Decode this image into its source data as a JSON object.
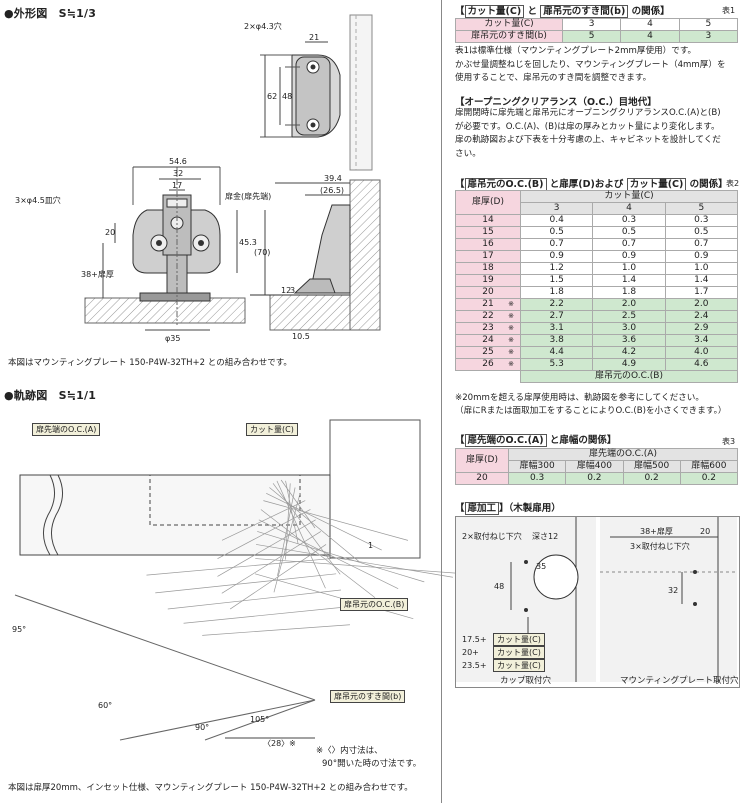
{
  "left": {
    "outer_title": "●外形図　S≒1/3",
    "outer_dims": {
      "holes_top": "2×φ4.3穴",
      "w21": "21",
      "h48": "48",
      "h62": "62",
      "w546": "54.6",
      "w32": "32",
      "w17": "17",
      "holes3": "3×φ4.5皿穴",
      "centerline": "扉金(扉先端)",
      "d20": "20",
      "d453": "45.3",
      "dthick": "38+扉厚",
      "phi35": "φ35",
      "d394": "39.4",
      "d265": "(26.5)",
      "d70": "(70)",
      "d12": "12",
      "d3": "3",
      "d105": "10.5"
    },
    "outer_caption": "本図はマウンティングプレート 150-P4W-32TH+2 との組み合わせです。",
    "path_title": "●軌跡図　S≒1/1",
    "path_labels": {
      "door_edge_oc": "扉先端のO.C.(A)",
      "cut": "カット量(C)",
      "door_oc_b": "扉吊元のO.C.(B)",
      "gap_b": "扉吊元のすき間(b)",
      "a95": "95°",
      "a60": "60°",
      "a90": "90°",
      "a105": "105°",
      "d28": "〈28〉※",
      "d1": "1"
    },
    "path_note1": "※〈〉内寸法は、",
    "path_note2": "90°開いた時の寸法です。",
    "path_caption": "本図は扉厚20mm、インセット仕様、マウンティングプレート 150-P4W-32TH+2 との組み合わせです。"
  },
  "table1": {
    "title_pre": "【",
    "title_a": "カット量(C)",
    "title_mid": " と ",
    "title_b": "扉吊元のすき間(b)",
    "title_post": " の関係】",
    "num": "表1",
    "row1_label": "カット量(C)",
    "row1": [
      "3",
      "4",
      "5"
    ],
    "row2_label": "扉吊元のすき間(b)",
    "row2": [
      "5",
      "4",
      "3"
    ],
    "notes": [
      "表1は標準仕様（マウンティングプレート2mm厚使用）です。",
      "かぶせ量調整ねじを回したり、マウンティングプレート（4mm厚）を",
      "使用することで、扉吊元のすき間を調整できます。"
    ]
  },
  "clearance": {
    "title": "【オープニングクリアランス（O.C.）目地代】",
    "lines": [
      "扉開閉時に扉先端と扉吊元にオープニングクリアランスO.C.(A)と(B)",
      "が必要です。O.C.(A)、(B)は扉の厚みとカット量により変化します。",
      "扉の軌跡図および下表を十分考慮の上、キャビネットを設計してくだ",
      "さい。"
    ]
  },
  "table2": {
    "title_pre": "【",
    "title_a": "扉吊元のO.C.(B)",
    "title_mid": " と扉厚(D)および ",
    "title_b": "カット量(C)",
    "title_post": " の関係】",
    "num": "表2",
    "col_head": "カット量(C)",
    "row_head": "扉厚(D)",
    "cuts": [
      "3",
      "4",
      "5"
    ],
    "rows": [
      {
        "d": "14",
        "v": [
          "0.4",
          "0.3",
          "0.3"
        ],
        "mark": ""
      },
      {
        "d": "15",
        "v": [
          "0.5",
          "0.5",
          "0.5"
        ],
        "mark": ""
      },
      {
        "d": "16",
        "v": [
          "0.7",
          "0.7",
          "0.7"
        ],
        "mark": ""
      },
      {
        "d": "17",
        "v": [
          "0.9",
          "0.9",
          "0.9"
        ],
        "mark": ""
      },
      {
        "d": "18",
        "v": [
          "1.2",
          "1.0",
          "1.0"
        ],
        "mark": ""
      },
      {
        "d": "19",
        "v": [
          "1.5",
          "1.4",
          "1.4"
        ],
        "mark": ""
      },
      {
        "d": "20",
        "v": [
          "1.8",
          "1.8",
          "1.7"
        ],
        "mark": ""
      },
      {
        "d": "21",
        "v": [
          "2.2",
          "2.0",
          "2.0"
        ],
        "mark": "※"
      },
      {
        "d": "22",
        "v": [
          "2.7",
          "2.5",
          "2.4"
        ],
        "mark": "※"
      },
      {
        "d": "23",
        "v": [
          "3.1",
          "3.0",
          "2.9"
        ],
        "mark": "※"
      },
      {
        "d": "24",
        "v": [
          "3.8",
          "3.6",
          "3.4"
        ],
        "mark": "※"
      },
      {
        "d": "25",
        "v": [
          "4.4",
          "4.2",
          "4.0"
        ],
        "mark": "※"
      },
      {
        "d": "26",
        "v": [
          "5.3",
          "4.9",
          "4.6"
        ],
        "mark": "※"
      }
    ],
    "foot": "扉吊元のO.C.(B)",
    "notes": [
      "※20mmを超える扉厚使用時は、軌跡図を参考にしてください。",
      "（扉にRまたは面取加工をすることによりO.C.(B)を小さくできます。）"
    ]
  },
  "table3": {
    "title_pre": "【",
    "title_a": "扉先端のO.C.(A)",
    "title_post": " と扉幅の関係】",
    "num": "表3",
    "row_head": "扉厚(D)",
    "col_head": "扉先端のO.C.(A)",
    "widths": [
      "扉幅300",
      "扉幅400",
      "扉幅500",
      "扉幅600"
    ],
    "d": "20",
    "values": [
      "0.3",
      "0.2",
      "0.2",
      "0.2"
    ]
  },
  "machining": {
    "title_pre": "【",
    "title_a": "扉加工",
    "title_post": "】（木製扉用）",
    "cup_labels": {
      "screws": "2×取付ねじ下穴",
      "depth": "深さ12",
      "d35": "35",
      "d48": "48",
      "r1_pre": "17.5+",
      "r2_pre": "20+",
      "r3_pre": "23.5+",
      "cut": "カット量(C)"
    },
    "plate_labels": {
      "d38": "38+扉厚",
      "d20": "20",
      "screws": "3×取付ねじ下穴",
      "d32": "32"
    },
    "cup_caption": "カップ取付穴",
    "plate_caption": "マウンティングプレート取付穴"
  },
  "colors": {
    "pink": "#f6d6df",
    "green": "#cfe8cf",
    "gray": "#e3e3e3",
    "label_bg": "#f2f0da"
  }
}
